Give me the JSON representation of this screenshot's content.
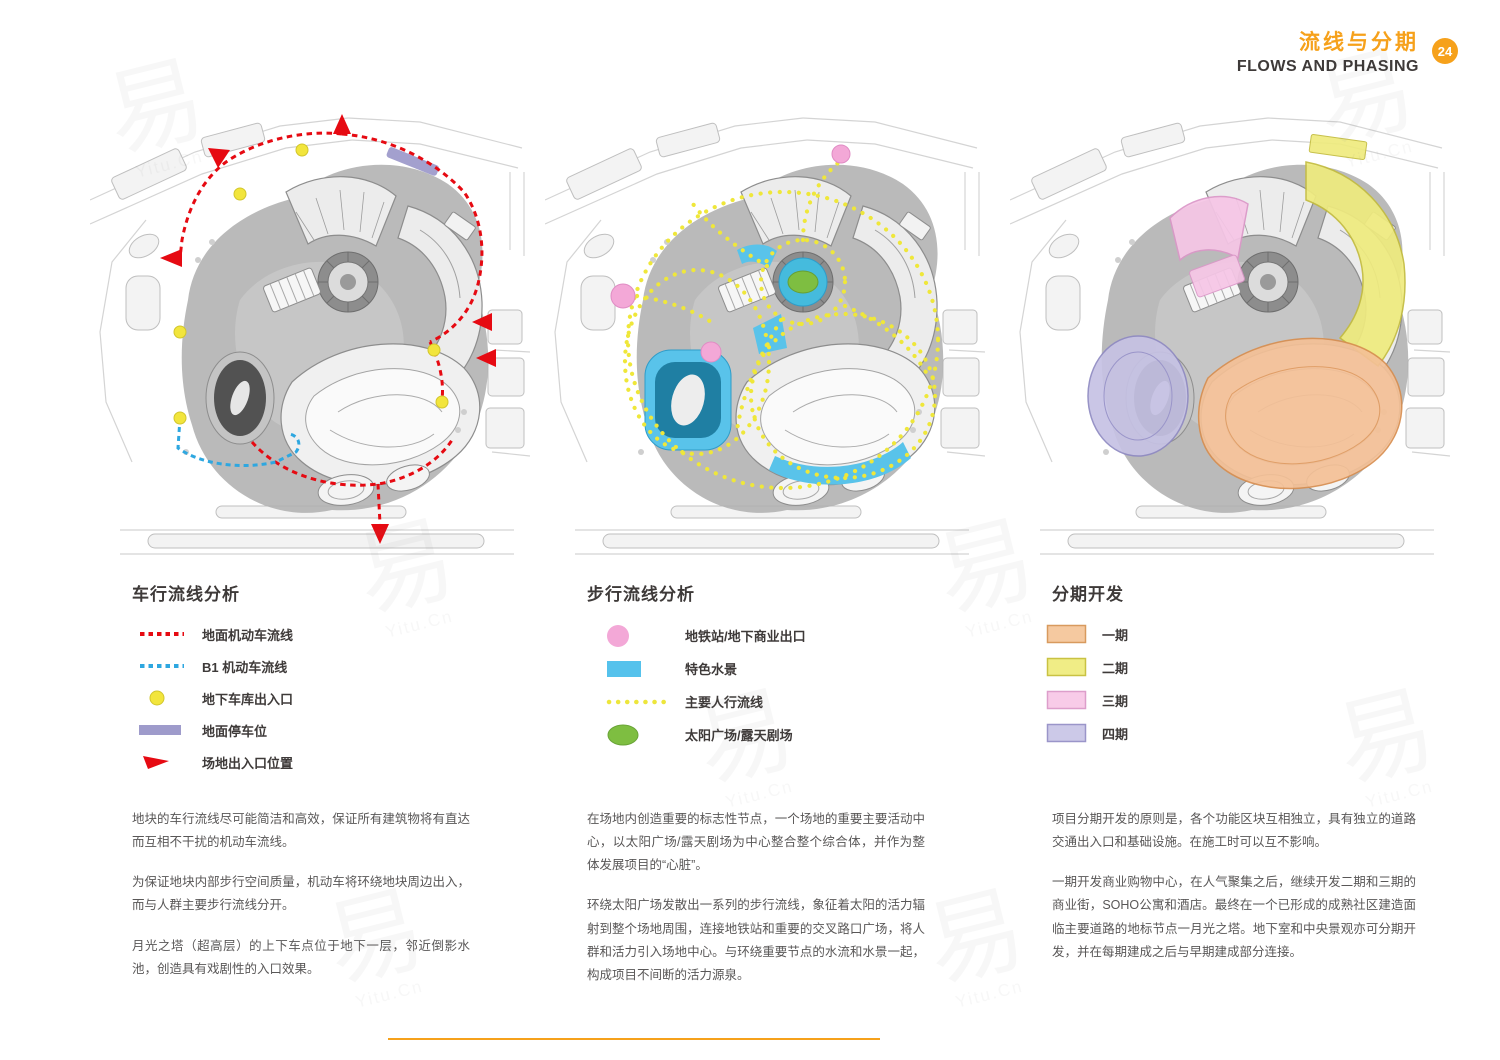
{
  "watermark": {
    "glyph": "易",
    "site": "Yitu.Cn"
  },
  "header": {
    "title_cn": "流线与分期",
    "title_en": "FLOWS AND PHASING",
    "page_number": "24",
    "accent_color": "#F6A11B"
  },
  "panels": [
    {
      "title": "车行流线分析",
      "legend": [
        {
          "label": "地面机动车流线",
          "color": "#E60A12",
          "swatch": "red-dashed-line"
        },
        {
          "label": "B1 机动车流线",
          "color": "#2EA7E0",
          "swatch": "blue-dashed-line"
        },
        {
          "label": "地下车库出入口",
          "color": "#F2E53C",
          "swatch": "yellow-dot"
        },
        {
          "label": "地面停车位",
          "color": "#9E9BCB",
          "swatch": "purple-rect"
        },
        {
          "label": "场地出入口位置",
          "color": "#E60A12",
          "swatch": "red-triangle"
        }
      ],
      "paragraphs": [
        "地块的车行流线尽可能简洁和高效，保证所有建筑物将有直达而互相不干扰的机动车流线。",
        "为保证地块内部步行空间质量，机动车将环绕地块周边出入，而与人群主要步行流线分开。",
        "月光之塔（超高层）的上下车点位于地下一层，邻近倒影水池，创造具有戏剧性的入口效果。"
      ]
    },
    {
      "title": "步行流线分析",
      "legend": [
        {
          "label": "地铁站/地下商业出口",
          "color": "#F3A8D7",
          "swatch": "pink-circle"
        },
        {
          "label": "特色水景",
          "color": "#55C2EC",
          "swatch": "blue-rect"
        },
        {
          "label": "主要人行流线",
          "color": "#EDE63C",
          "swatch": "yellow-dotted-line"
        },
        {
          "label": "太阳广场/露天剧场",
          "color": "#7EBE41",
          "swatch": "green-oval"
        }
      ],
      "paragraphs": [
        "在场地内创造重要的标志性节点，一个场地的重要主要活动中心，以太阳广场/露天剧场为中心整合整个综合体，并作为整体发展项目的“心脏”。",
        "环绕太阳广场发散出一系列的步行流线，象征着太阳的活力辐射到整个场地周围，连接地铁站和重要的交叉路口广场，将人群和活力引入场地中心。与环绕重要节点的水流和水景一起，构成项目不间断的活力源泉。"
      ]
    },
    {
      "title": "分期开发",
      "legend": [
        {
          "label": "一期",
          "color": "#F5C9A0",
          "stroke": "#D89A5E"
        },
        {
          "label": "二期",
          "color": "#F0ED86",
          "stroke": "#C9C243"
        },
        {
          "label": "三期",
          "color": "#F8CBE8",
          "stroke": "#DD9ECB"
        },
        {
          "label": "四期",
          "color": "#CCC9E8",
          "stroke": "#9A95C9"
        }
      ],
      "paragraphs": [
        "项目分期开发的原则是，各个功能区块互相独立，具有独立的道路交通出入口和基础设施。在施工时可以互不影响。",
        "一期开发商业购物中心，在人气聚集之后，继续开发二期和三期的商业街，SOHO公寓和酒店。最终在一个已形成的成熟社区建造面临主要道路的地标节点一月光之塔。地下室和中央景观亦可分期开发，并在每期建成之后与早期建成部分连接。"
      ]
    }
  ]
}
